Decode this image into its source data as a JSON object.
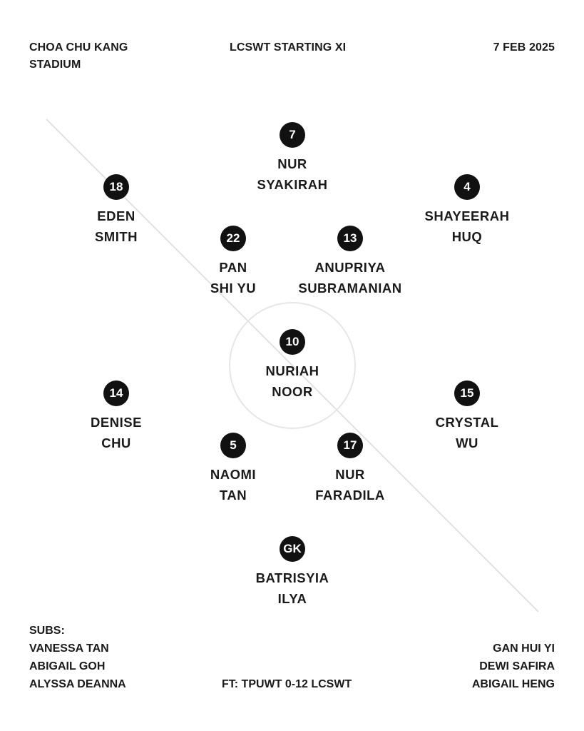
{
  "header": {
    "venue": [
      "CHOA CHU KANG",
      "STADIUM"
    ],
    "title": "LCSWT STARTING XI",
    "date": "7 FEB 2025"
  },
  "players": [
    {
      "number": "7",
      "name": [
        "NUR",
        "SYAKIRAH"
      ]
    },
    {
      "number": "18",
      "name": [
        "EDEN",
        "SMITH"
      ]
    },
    {
      "number": "4",
      "name": [
        "SHAYEERAH",
        "HUQ"
      ]
    },
    {
      "number": "22",
      "name": [
        "PAN",
        "SHI YU"
      ]
    },
    {
      "number": "13",
      "name": [
        "ANUPRIYA",
        "SUBRAMANIAN"
      ]
    },
    {
      "number": "10",
      "name": [
        "NURIAH",
        "NOOR"
      ]
    },
    {
      "number": "14",
      "name": [
        "DENISE",
        "CHU"
      ]
    },
    {
      "number": "15",
      "name": [
        "CRYSTAL",
        "WU"
      ]
    },
    {
      "number": "5",
      "name": [
        "NAOMI",
        "TAN"
      ]
    },
    {
      "number": "17",
      "name": [
        "NUR",
        "FARADILA"
      ]
    },
    {
      "number": "GK",
      "name": [
        "BATRISYIA",
        "ILYA"
      ]
    }
  ],
  "subs": {
    "label": "SUBS:",
    "left": [
      "VANESSA TAN",
      "ABIGAIL GOH",
      "ALYSSA DEANNA"
    ],
    "right": [
      "GAN HUI YI",
      "DEWI SAFIRA",
      "ABIGAIL HENG"
    ]
  },
  "result": "FT: TPUWT 0-12 LCSWT"
}
